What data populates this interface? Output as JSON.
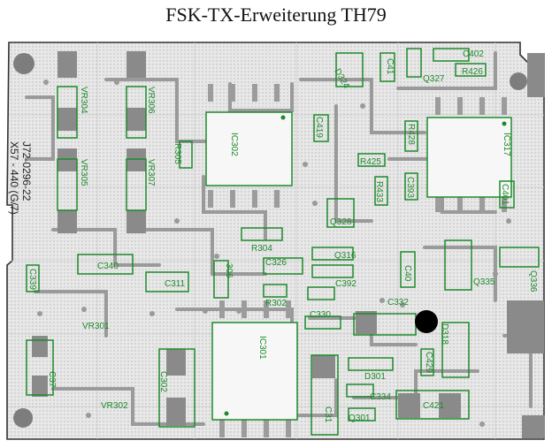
{
  "title": "FSK-TX-Erweiterung TH79",
  "board": {
    "board_number": "J72-0296-22",
    "variant": "X57 - 440 (G/7)"
  },
  "components": [
    {
      "ref": "VR304"
    },
    {
      "ref": "VR306"
    },
    {
      "ref": "VR305"
    },
    {
      "ref": "VR307"
    },
    {
      "ref": "IC302"
    },
    {
      "ref": "R305"
    },
    {
      "ref": "D324"
    },
    {
      "ref": "C41"
    },
    {
      "ref": "Q327"
    },
    {
      "ref": "C402"
    },
    {
      "ref": "R426"
    },
    {
      "ref": "C419"
    },
    {
      "ref": "R428"
    },
    {
      "ref": "R425"
    },
    {
      "ref": "R433"
    },
    {
      "ref": "C393"
    },
    {
      "ref": "IC317"
    },
    {
      "ref": "C401"
    },
    {
      "ref": "R304"
    },
    {
      "ref": "Q328"
    },
    {
      "ref": "Q316"
    },
    {
      "ref": "C326"
    },
    {
      "ref": "C340"
    },
    {
      "ref": "C339"
    },
    {
      "ref": "C311"
    },
    {
      "ref": "306"
    },
    {
      "ref": "C392"
    },
    {
      "ref": "C40"
    },
    {
      "ref": "Q335"
    },
    {
      "ref": "Q336"
    },
    {
      "ref": "R302"
    },
    {
      "ref": "C330"
    },
    {
      "ref": "C332"
    },
    {
      "ref": "VR301"
    },
    {
      "ref": "IC301"
    },
    {
      "ref": "D318"
    },
    {
      "ref": "C429"
    },
    {
      "ref": "C37"
    },
    {
      "ref": "C302"
    },
    {
      "ref": "VR302"
    },
    {
      "ref": "D301"
    },
    {
      "ref": "C334"
    },
    {
      "ref": "C421"
    },
    {
      "ref": "Q301"
    },
    {
      "ref": "C31"
    }
  ],
  "colors": {
    "silkscreen": "#1d8a2a",
    "copper": "#8a8a8a",
    "pad": "#bdbdbd",
    "board": "#f2f2f2"
  }
}
